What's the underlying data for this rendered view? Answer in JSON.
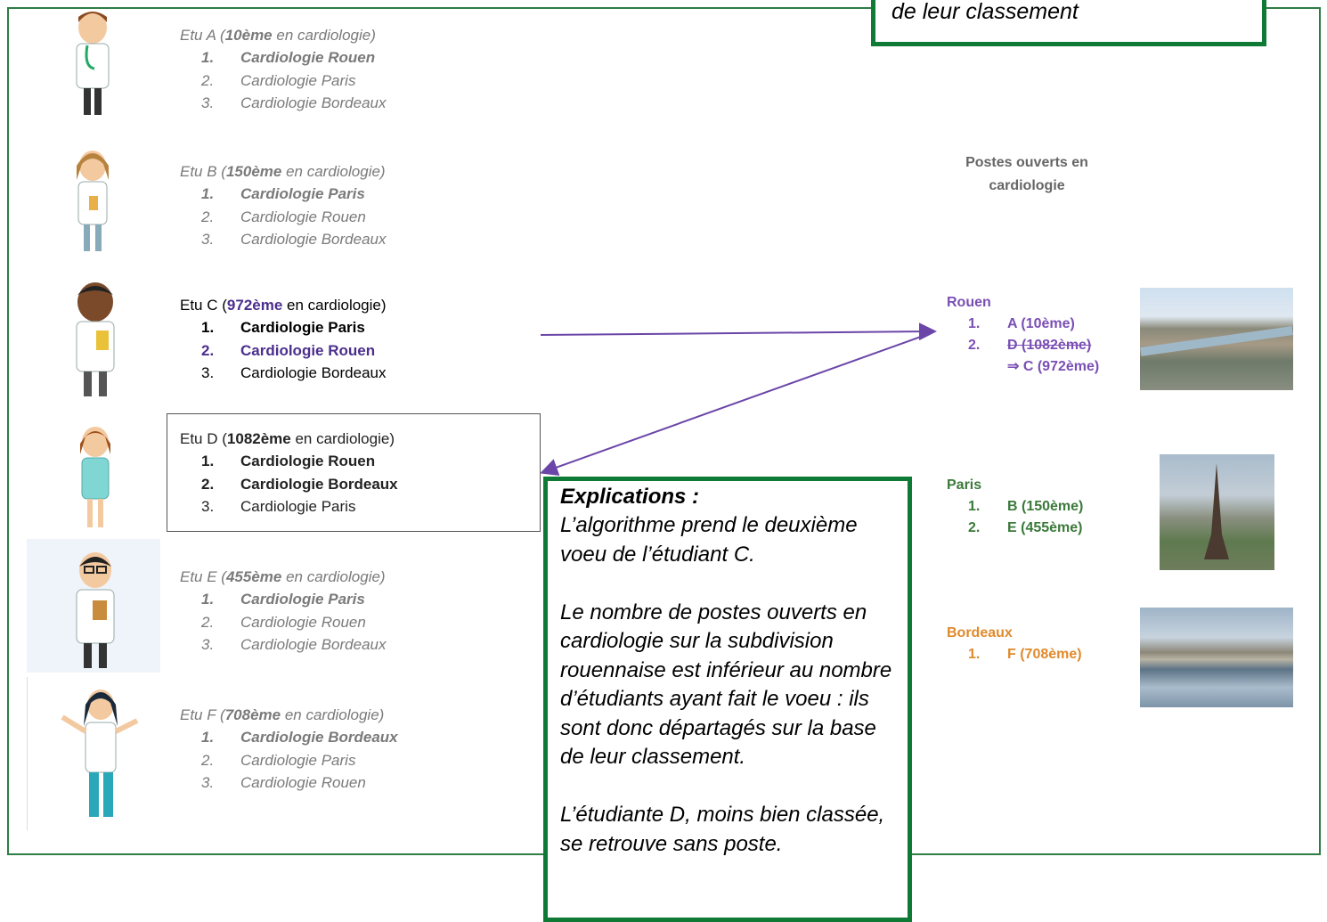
{
  "top_note": "de leur classement",
  "students": [
    {
      "id": "A",
      "prefix": "Etu A (",
      "rank": "10ème",
      "suffix": " en cardiologie)",
      "choices": [
        "Cardiologie Rouen",
        "Cardiologie Paris",
        "Cardiologie Bordeaux"
      ]
    },
    {
      "id": "B",
      "prefix": "Etu B (",
      "rank": "150ème",
      "suffix": " en cardiologie)",
      "choices": [
        "Cardiologie Paris",
        "Cardiologie Rouen",
        "Cardiologie Bordeaux"
      ]
    },
    {
      "id": "C",
      "prefix": "Etu C (",
      "rank": "972ème",
      "suffix": " en cardiologie)",
      "choices": [
        "Cardiologie Paris",
        "Cardiologie Rouen",
        "Cardiologie Bordeaux"
      ]
    },
    {
      "id": "D",
      "prefix": "Etu D (",
      "rank": "1082ème",
      "suffix": " en cardiologie)",
      "choices": [
        "Cardiologie Rouen",
        "Cardiologie Bordeaux",
        "Cardiologie Paris"
      ]
    },
    {
      "id": "E",
      "prefix": "Etu E (",
      "rank": "455ème",
      "suffix": " en cardiologie)",
      "choices": [
        "Cardiologie Paris",
        "Cardiologie Rouen",
        "Cardiologie Bordeaux"
      ]
    },
    {
      "id": "F",
      "prefix": "Etu F (",
      "rank": "708ème",
      "suffix": " en cardiologie)",
      "choices": [
        "Cardiologie Bordeaux",
        "Cardiologie Paris",
        "Cardiologie Rouen"
      ]
    }
  ],
  "numbers": [
    "1.",
    "2.",
    "3."
  ],
  "postes_title_1": "Postes ouverts en",
  "postes_title_2": "cardiologie",
  "cities": {
    "rouen": {
      "name": "Rouen",
      "rows": [
        "A (10ème)",
        "D (1082ème)"
      ],
      "replacement": "⇒ C (972ème)",
      "color": "#7a4fb5"
    },
    "paris": {
      "name": "Paris",
      "rows": [
        "B (150ème)",
        "E (455ème)"
      ],
      "color": "#3a7a3a"
    },
    "bordeaux": {
      "name": "Bordeaux",
      "rows": [
        "F (708ème)"
      ],
      "color": "#e08a2c"
    }
  },
  "explanation": {
    "title": "Explications :",
    "p1": "L’algorithme prend le deuxième voeu de l’étudiant C.",
    "p2": "Le nombre de postes ouverts en cardiologie sur la subdivision rouennaise est inférieur au nombre d’étudiants ayant fait le voeu : ils sont donc départagés sur la base de leur classement.",
    "p3": "L’étudiante D, moins bien classée, se retrouve sans poste."
  }
}
